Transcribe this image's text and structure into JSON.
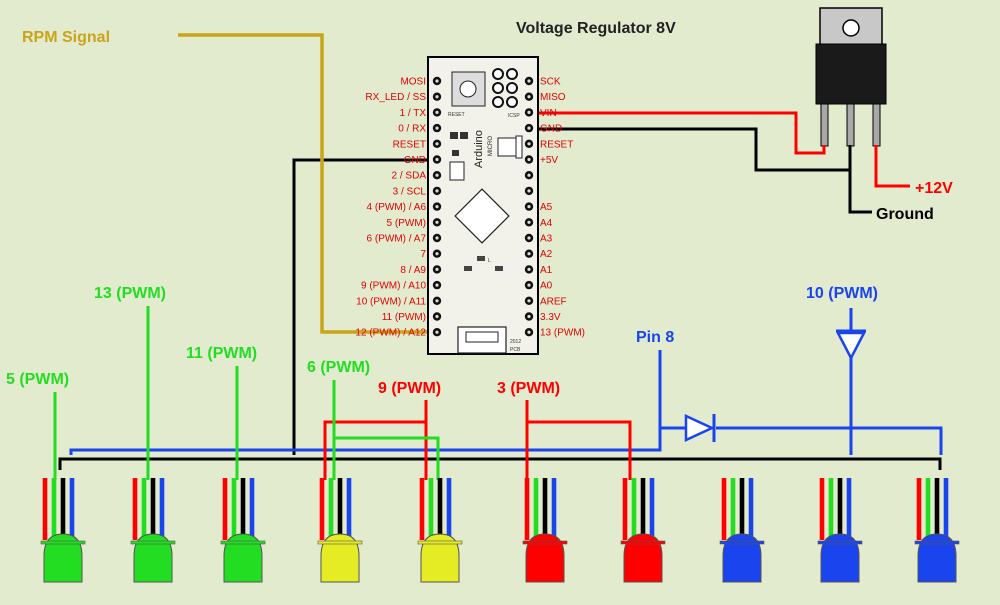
{
  "colors": {
    "background": "#e3ebcf",
    "rpm": "#c8a519",
    "red": "#ff0000",
    "green": "#22dd22",
    "blue": "#1a44ee",
    "black": "#000000",
    "yellow": "#e6ec23",
    "pin_label": "#e00000",
    "board": "#f2f2ea"
  },
  "labels": {
    "rpm_signal": "RPM Signal",
    "regulator": "Voltage Regulator 8V",
    "plus12": "+12V",
    "ground": "Ground",
    "pin8": "Pin 8",
    "pwm13": "13 (PWM)",
    "pwm5": "5 (PWM)",
    "pwm11": "11 (PWM)",
    "pwm6": "6 (PWM)",
    "pwm9": "9 (PWM)",
    "pwm3": "3 (PWM)",
    "pwm10": "10 (PWM)"
  },
  "board": {
    "left_pins": [
      "MOSI",
      "RX_LED / SS",
      "1 / TX",
      "0 / RX",
      "RESET",
      "GND",
      "2 / SDA",
      "3 / SCL",
      "4 (PWM) / A6",
      "5 (PWM)",
      "6 (PWM) / A7",
      "7",
      "8 / A9",
      "9 (PWM) / A10",
      "10 (PWM) / A11",
      "11 (PWM)",
      "12 (PWM) / A12"
    ],
    "right_pins": [
      "SCK",
      "MISO",
      "VIN",
      "GND",
      "RESET",
      "+5V",
      "",
      "",
      "A5",
      "A4",
      "A3",
      "A2",
      "A1",
      "A0",
      "AREF",
      "3.3V",
      "13 (PWM)"
    ],
    "silk_name": "Arduino",
    "silk_model": "MICRO",
    "silk_reset": "RESET",
    "silk_icsp": "ICSP",
    "silk_l": "L",
    "silk_year": "2012",
    "silk_pcb": "PCB"
  },
  "leds": [
    {
      "color": "green"
    },
    {
      "color": "green"
    },
    {
      "color": "green"
    },
    {
      "color": "yellow"
    },
    {
      "color": "yellow"
    },
    {
      "color": "red"
    },
    {
      "color": "red"
    },
    {
      "color": "blue"
    },
    {
      "color": "blue"
    },
    {
      "color": "blue"
    }
  ]
}
